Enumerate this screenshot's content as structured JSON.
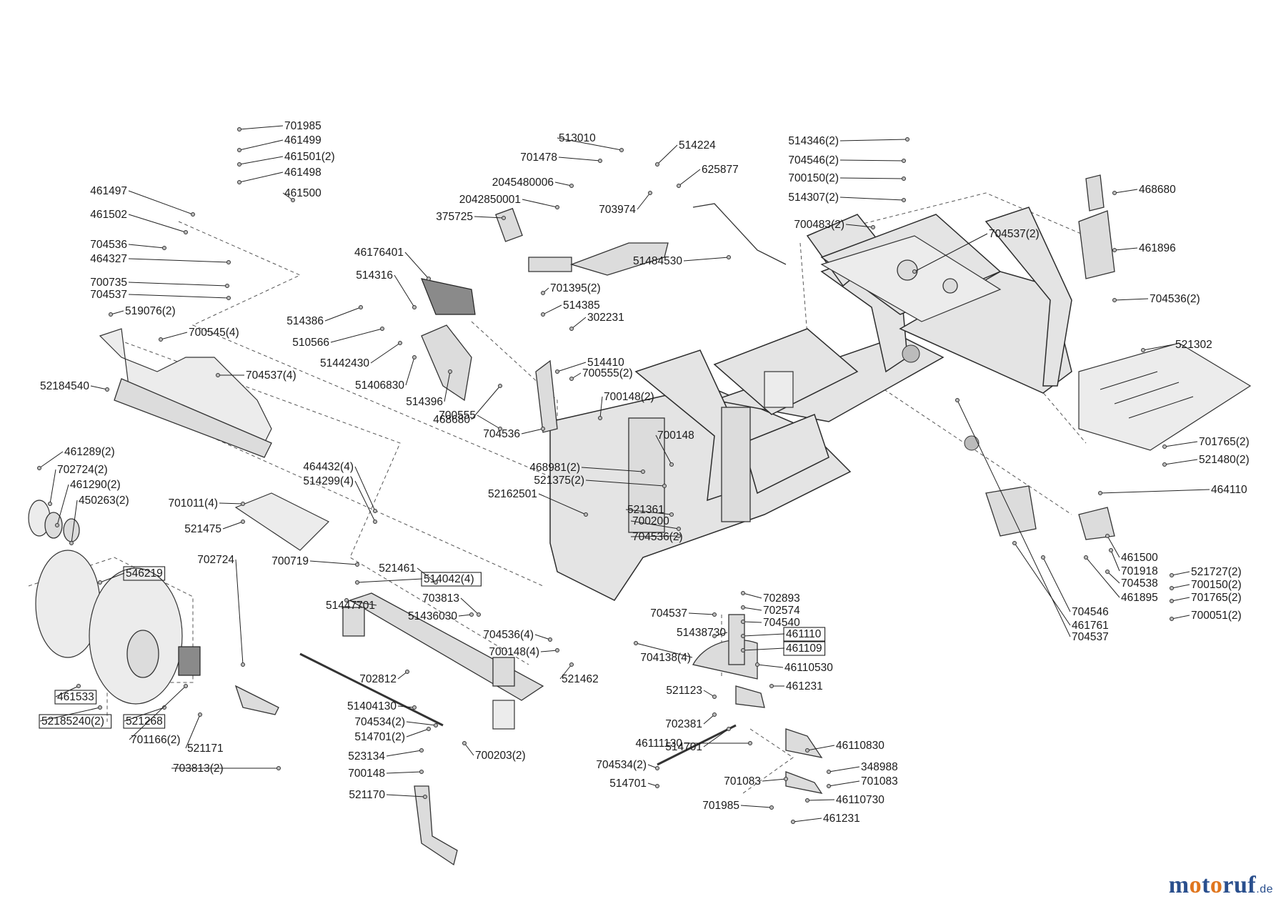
{
  "labels": [
    {
      "text": "701985"
    },
    {
      "text": "461499"
    },
    {
      "text": "461501(2)"
    },
    {
      "text": "461498"
    },
    {
      "text": "461500"
    },
    {
      "text": "461497"
    },
    {
      "text": "461502"
    },
    {
      "text": "704536"
    },
    {
      "text": "464327"
    },
    {
      "text": "700735"
    },
    {
      "text": "704537"
    },
    {
      "text": "519076(2)"
    },
    {
      "text": "700545(4)"
    },
    {
      "text": "704537(4)"
    },
    {
      "text": "52184540"
    },
    {
      "text": "461289(2)"
    },
    {
      "text": "702724(2)"
    },
    {
      "text": "461290(2)"
    },
    {
      "text": "450263(2)"
    },
    {
      "text": "546219",
      "boxed": true
    },
    {
      "text": "461533",
      "boxed": true
    },
    {
      "text": "52185240(2)",
      "boxed": true
    },
    {
      "text": "521268",
      "boxed": true
    },
    {
      "text": "701166(2)"
    },
    {
      "text": "521171"
    },
    {
      "text": "703813(2)"
    },
    {
      "text": "702724"
    },
    {
      "text": "513010"
    },
    {
      "text": "514224"
    },
    {
      "text": "701478"
    },
    {
      "text": "625877"
    },
    {
      "text": "2045480006"
    },
    {
      "text": "2042850001"
    },
    {
      "text": "703974"
    },
    {
      "text": "375725"
    },
    {
      "text": "51484530"
    },
    {
      "text": "46176401"
    },
    {
      "text": "514316"
    },
    {
      "text": "514386"
    },
    {
      "text": "510566"
    },
    {
      "text": "51442430"
    },
    {
      "text": "51406830"
    },
    {
      "text": "514396"
    },
    {
      "text": "468680"
    },
    {
      "text": "700555"
    },
    {
      "text": "704536"
    },
    {
      "text": "701395(2)"
    },
    {
      "text": "514385"
    },
    {
      "text": "302231"
    },
    {
      "text": "514410"
    },
    {
      "text": "700555(2)"
    },
    {
      "text": "700148(2)"
    },
    {
      "text": "700148"
    },
    {
      "text": "468981(2)"
    },
    {
      "text": "521375(2)"
    },
    {
      "text": "52162501"
    },
    {
      "text": "521361"
    },
    {
      "text": "700200"
    },
    {
      "text": "704536(2)"
    },
    {
      "text": "701011(4)"
    },
    {
      "text": "464432(4)"
    },
    {
      "text": "514299(4)"
    },
    {
      "text": "521475"
    },
    {
      "text": "700719"
    },
    {
      "text": "521461"
    },
    {
      "text": "514042(4)",
      "boxed": true
    },
    {
      "text": "51447701"
    },
    {
      "text": "703813"
    },
    {
      "text": "51436030"
    },
    {
      "text": "704536(4)"
    },
    {
      "text": "700148(4)"
    },
    {
      "text": "521462"
    },
    {
      "text": "702812"
    },
    {
      "text": "51404130"
    },
    {
      "text": "704534(2)"
    },
    {
      "text": "514701(2)"
    },
    {
      "text": "523134"
    },
    {
      "text": "700148"
    },
    {
      "text": "521170"
    },
    {
      "text": "700203(2)"
    },
    {
      "text": "514346(2)"
    },
    {
      "text": "704546(2)"
    },
    {
      "text": "700150(2)"
    },
    {
      "text": "514307(2)"
    },
    {
      "text": "700483(2)"
    },
    {
      "text": "704537(2)"
    },
    {
      "text": "468680"
    },
    {
      "text": "461896"
    },
    {
      "text": "704536(2)"
    },
    {
      "text": "521302"
    },
    {
      "text": "701765(2)"
    },
    {
      "text": "521480(2)"
    },
    {
      "text": "464110"
    },
    {
      "text": "461500"
    },
    {
      "text": "701918"
    },
    {
      "text": "704538"
    },
    {
      "text": "461895"
    },
    {
      "text": "704546"
    },
    {
      "text": "461761"
    },
    {
      "text": "704537"
    },
    {
      "text": "521727(2)"
    },
    {
      "text": "700150(2)"
    },
    {
      "text": "701765(2)"
    },
    {
      "text": "700051(2)"
    },
    {
      "text": "702893"
    },
    {
      "text": "702574"
    },
    {
      "text": "704540"
    },
    {
      "text": "461110",
      "boxed": true
    },
    {
      "text": "461109",
      "boxed": true
    },
    {
      "text": "46110530"
    },
    {
      "text": "461231"
    },
    {
      "text": "704537"
    },
    {
      "text": "51438730"
    },
    {
      "text": "704138(4)"
    },
    {
      "text": "521123"
    },
    {
      "text": "702381"
    },
    {
      "text": "514701"
    },
    {
      "text": "46111130"
    },
    {
      "text": "704534(2)"
    },
    {
      "text": "514701"
    },
    {
      "text": "46110830"
    },
    {
      "text": "348988"
    },
    {
      "text": "701083"
    },
    {
      "text": "701083"
    },
    {
      "text": "46110730"
    },
    {
      "text": "701985"
    },
    {
      "text": "461231"
    }
  ],
  "watermark": {
    "prefix": "m",
    "o1": "o",
    "mid1": "t",
    "o2": "o",
    "suffix": "ruf",
    "tld": ".de"
  }
}
